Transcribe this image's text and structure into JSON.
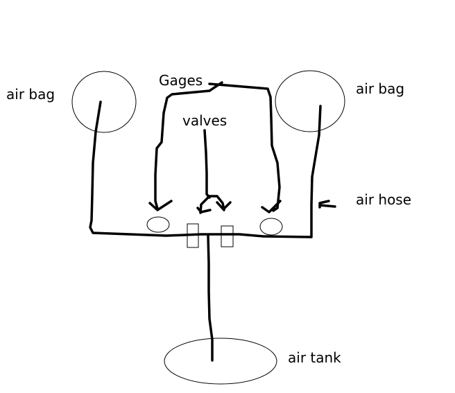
{
  "labels": {
    "air_bag_left": "air bag",
    "air_bag_right": "air bag",
    "gages": "Gages",
    "valves": "valves",
    "air_hose": "air hose",
    "air_tank": "air tank"
  },
  "colors": {
    "line": "#000000",
    "shape_stroke": "#000000",
    "background": "#ffffff"
  }
}
